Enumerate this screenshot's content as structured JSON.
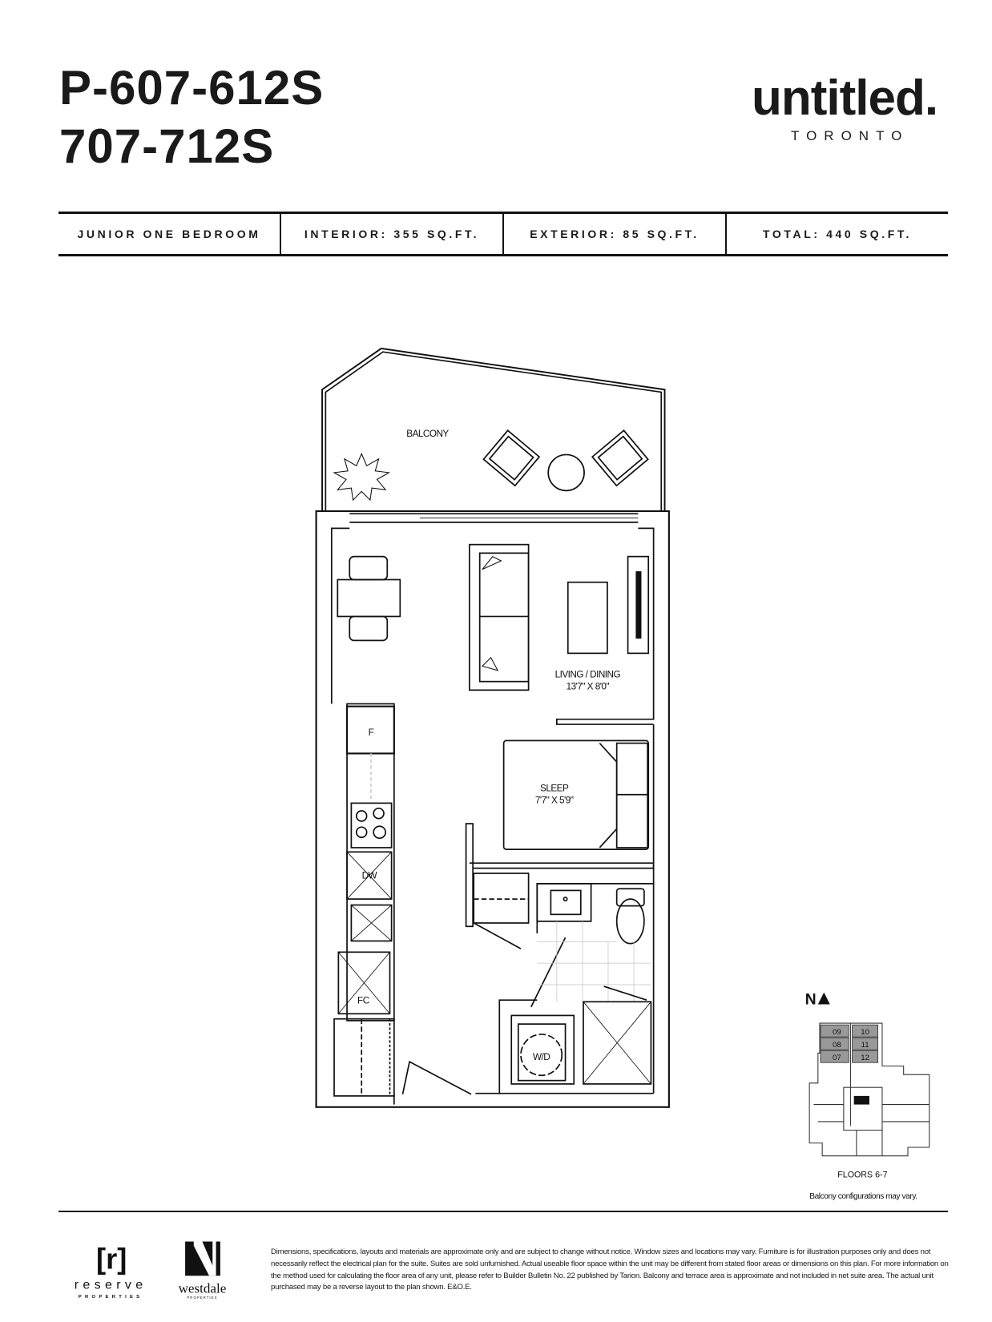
{
  "header": {
    "unit_line1": "P-607-612S",
    "unit_line2": "707-712S",
    "brand": "untitled.",
    "brand_city": "TORONTO"
  },
  "specs": {
    "type": "JUNIOR ONE BEDROOM",
    "interior": "INTERIOR: 355 SQ.FT.",
    "exterior": "EXTERIOR: 85 SQ.FT.",
    "total": "TOTAL: 440 SQ.FT."
  },
  "plan": {
    "balcony": "BALCONY",
    "living_name": "LIVING / DINING",
    "living_dim": "13'7\" X 8'0\"",
    "sleep_name": "SLEEP",
    "sleep_dim": "7'7\" X 5'9\"",
    "fridge": "F",
    "dishwasher": "DW",
    "closet": "FC",
    "washer_dryer": "W/D"
  },
  "keyplan": {
    "north": "N",
    "units": [
      "09",
      "10",
      "08",
      "11",
      "07",
      "12"
    ],
    "floors": "FLOORS 6-7",
    "note": "Balcony configurations may vary."
  },
  "footer": {
    "logo1": "reserve",
    "logo1_sub": "PROPERTIES",
    "logo2": "westdale",
    "logo2_sub": "PROPERTIES",
    "disclaimer": "Dimensions, specifications, layouts and materials are approximate only and are subject to change without notice. Window sizes and locations may vary. Furniture is for illustration purposes only and does not necessarily reflect the electrical plan for the suite. Suites are sold unfurnished. Actual useable floor space within the unit may be different from stated floor areas or dimensions on this plan. For more information on the method used for calculating the floor area of any unit, please refer to Builder Bulletin No. 22 published by Tarion. Balcony and terrace area is approximate and not included in net suite area. The actual unit purchased may be a reverse layout to the plan shown. E&O.E."
  }
}
